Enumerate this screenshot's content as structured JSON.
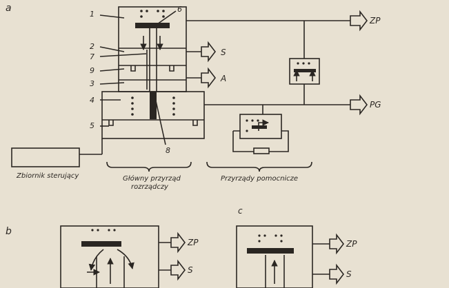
{
  "panels": {
    "a": "a",
    "b": "b",
    "c": "c"
  },
  "part_numbers": [
    "1",
    "2",
    "3",
    "4",
    "5",
    "6",
    "7",
    "8",
    "9"
  ],
  "outputs": {
    "zp": "ZP",
    "s": "S",
    "a": "A",
    "pg": "PG"
  },
  "captions": {
    "tank": "Zbiornik sterujący",
    "main_device_line1": "Główny przyrząd",
    "main_device_line2": "rozrządczy",
    "aux_devices": "Przyrządy pomocnicze"
  },
  "colors": {
    "ink": "#2a2622",
    "paper": "#e8e1d2"
  }
}
